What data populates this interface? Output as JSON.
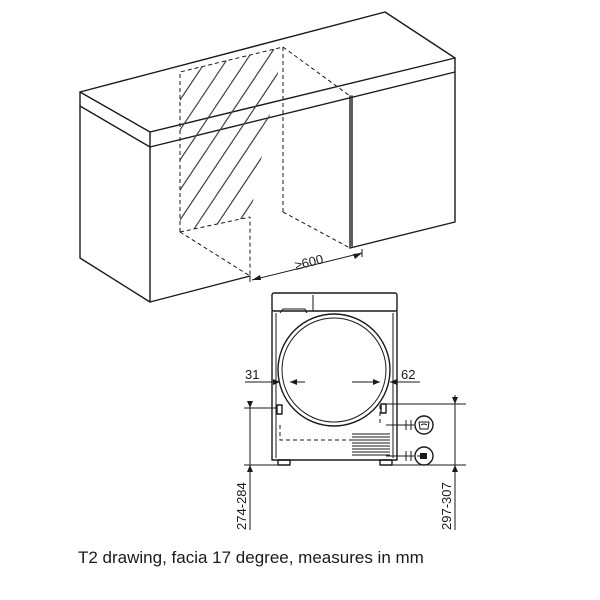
{
  "caption": "T2 drawing, facia 17 degree, measures in mm",
  "dimensions": {
    "recess_width": "600",
    "recess_width_symbol": "≥",
    "left_offset": "31",
    "right_offset": "62",
    "left_height": "274-284",
    "right_height": "297-307"
  },
  "icons": {
    "water": "water-outlet-icon",
    "power": "power-plug-icon"
  },
  "colors": {
    "line": "#1a1a1a",
    "background": "#ffffff"
  }
}
